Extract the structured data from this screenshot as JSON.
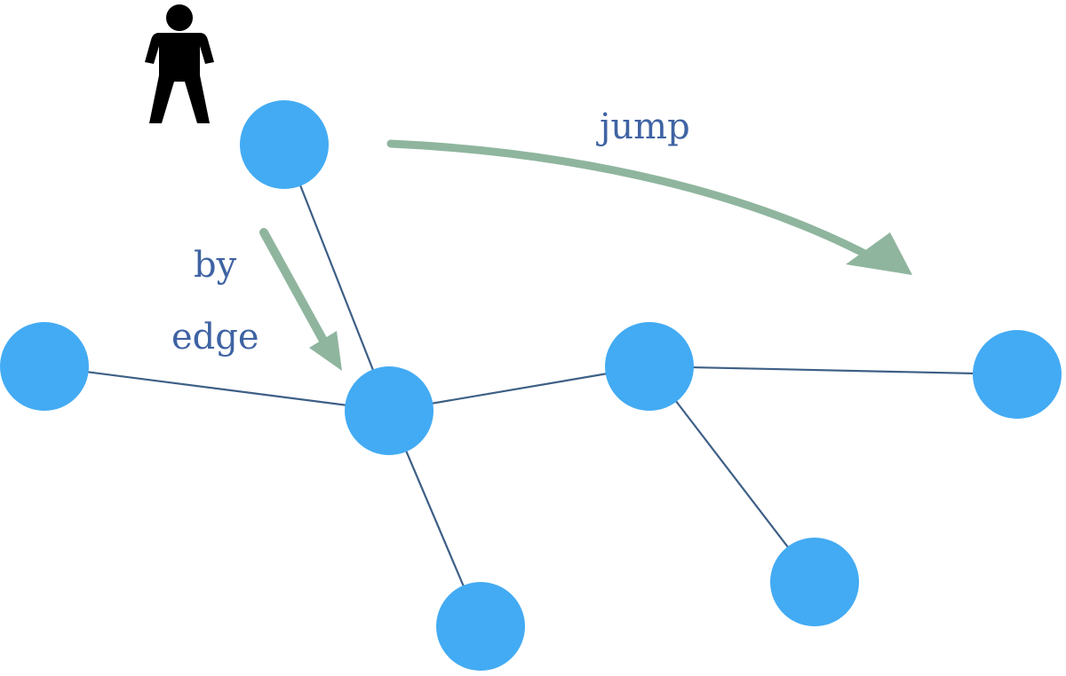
{
  "labels": {
    "jump": "jump",
    "by": "by",
    "edge": "edge"
  },
  "icons": {
    "walker": "person-icon"
  },
  "colors": {
    "node": "#43abf3",
    "edge": "#3d5f86",
    "arrow": "#8fb59e",
    "label": "#3f63a3"
  },
  "nodes": [
    "start",
    "left",
    "center",
    "bottom-center",
    "mid-right",
    "far-right",
    "bottom-right"
  ],
  "edges": [
    [
      "start",
      "center"
    ],
    [
      "left",
      "center"
    ],
    [
      "center",
      "bottom-center"
    ],
    [
      "center",
      "mid-right"
    ],
    [
      "mid-right",
      "far-right"
    ],
    [
      "mid-right",
      "bottom-right"
    ]
  ]
}
